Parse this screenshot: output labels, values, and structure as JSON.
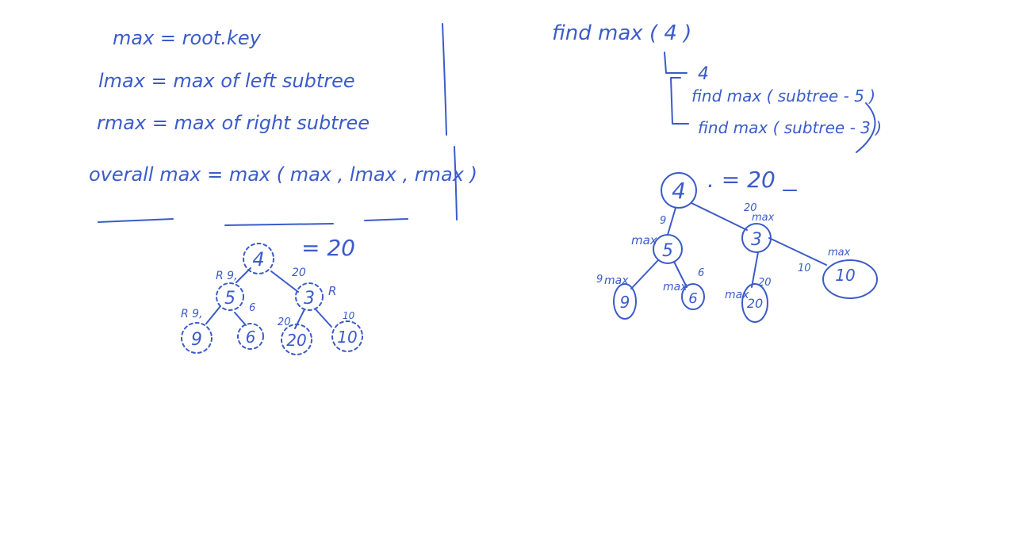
{
  "ink_color": "#3b5bc9",
  "background": "#ffffff",
  "notes": {
    "line1": "max = root.key",
    "line2": "lmax = max of left subtree",
    "line3": "rmax = max of right subtree",
    "line4": "overall max = max ( max , lmax , rmax )"
  },
  "left_tree": {
    "result": "= 20",
    "nodes": {
      "root": "4",
      "left": "5",
      "right": "3",
      "ll": "9",
      "lr": "6",
      "rl": "20",
      "rr": "10"
    },
    "annotations": {
      "root_left": "R 9,",
      "root_right": "20",
      "left_left": "R 9,",
      "left_right": "6",
      "right_r": "R",
      "rl_top": "20",
      "rr_top": "10"
    }
  },
  "right_panel": {
    "call": "find max ( 4 )",
    "step1": "4",
    "step2": "find max ( subtree - 5 )",
    "step3": "find max ( subtree - 3 )",
    "result": ". = 20",
    "tree": {
      "nodes": {
        "root": "4",
        "left": "5",
        "right": "3",
        "ll": "9",
        "lr": "6",
        "rl": "20",
        "rr": "10"
      },
      "annotations": {
        "root_left_val": "9",
        "left_max": "max",
        "right_top": "20",
        "right_max": "max",
        "ll_val": "9",
        "ll_max": "max",
        "lr_max": "max",
        "lr_val": "6",
        "rl_max": "max",
        "rl_val": "20",
        "rr_edge_val": "10",
        "rr_max": "max"
      }
    }
  }
}
